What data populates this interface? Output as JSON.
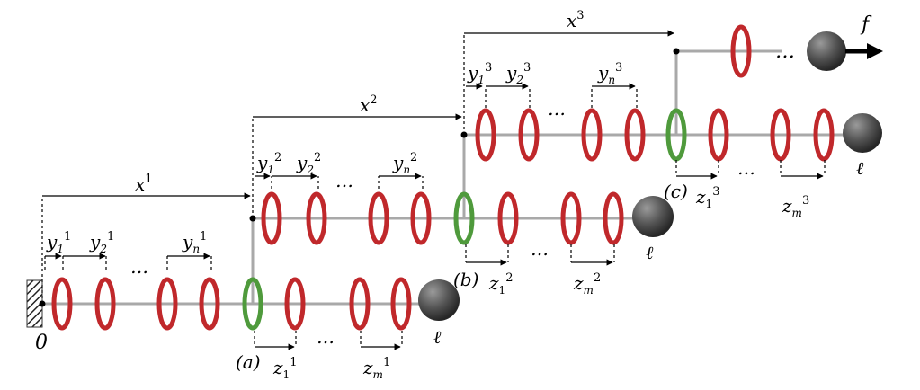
{
  "diagram": {
    "labels": {
      "origin": "0",
      "ellipsis": "…",
      "end": "ℓ",
      "force": "f",
      "stage1": {
        "x": "x",
        "x_sup": "1",
        "y1": "y",
        "y1_sub": "1",
        "y1_sup": "1",
        "y2": "y",
        "y2_sub": "2",
        "y2_sup": "1",
        "yn": "y",
        "yn_sub": "n",
        "yn_sup": "1",
        "z1": "z",
        "z1_sub": "1",
        "z1_sup": "1",
        "zm": "z",
        "zm_sub": "m",
        "zm_sup": "1",
        "junction": "(a)"
      },
      "stage2": {
        "x": "x",
        "x_sup": "2",
        "y1": "y",
        "y1_sub": "1",
        "y1_sup": "2",
        "y2": "y",
        "y2_sub": "2",
        "y2_sup": "2",
        "yn": "y",
        "yn_sub": "n",
        "yn_sup": "2",
        "z1": "z",
        "z1_sub": "1",
        "z1_sup": "2",
        "zm": "z",
        "zm_sub": "m",
        "zm_sup": "2",
        "junction": "(b)"
      },
      "stage3": {
        "x": "x",
        "x_sup": "3",
        "y1": "y",
        "y1_sub": "1",
        "y1_sup": "3",
        "y2": "y",
        "y2_sub": "2",
        "y2_sup": "3",
        "yn": "y",
        "yn_sub": "n",
        "yn_sup": "3",
        "z1": "z",
        "z1_sub": "1",
        "z1_sup": "3",
        "zm": "z",
        "zm_sub": "m",
        "zm_sup": "3",
        "junction": "(c)"
      }
    },
    "colors": {
      "ring": "#c0282b",
      "ring_dark": "#8e1a1d",
      "junction_ring": "#4f9a3c",
      "rod": "#a9a9a9",
      "ball": "#555555",
      "wall_hatch": "#222222"
    }
  }
}
